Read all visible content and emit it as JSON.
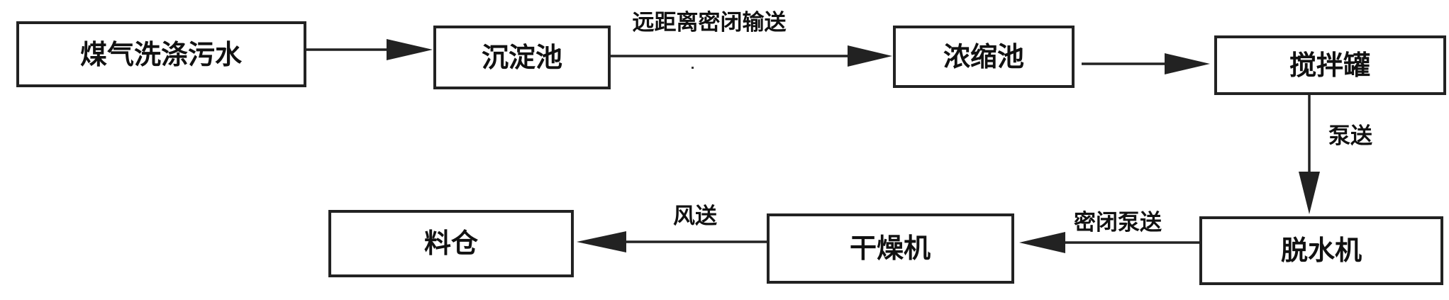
{
  "nodes": {
    "wastewater": "煤气洗涤污水",
    "sedimentation": "沉淀池",
    "thickener": "浓缩池",
    "mixer": "搅拌罐",
    "dewatering": "脱水机",
    "dryer": "干燥机",
    "silo": "料仓"
  },
  "edges": {
    "wastewater_to_sedimentation": "",
    "sedimentation_to_thickener": "远距离密闭输送",
    "thickener_to_mixer": "",
    "mixer_to_dewatering": "泵送",
    "dewatering_to_dryer": "密闭泵送",
    "dryer_to_silo": "风送"
  },
  "colors": {
    "stroke": "#222222",
    "text": "#111111",
    "background": "#ffffff"
  }
}
